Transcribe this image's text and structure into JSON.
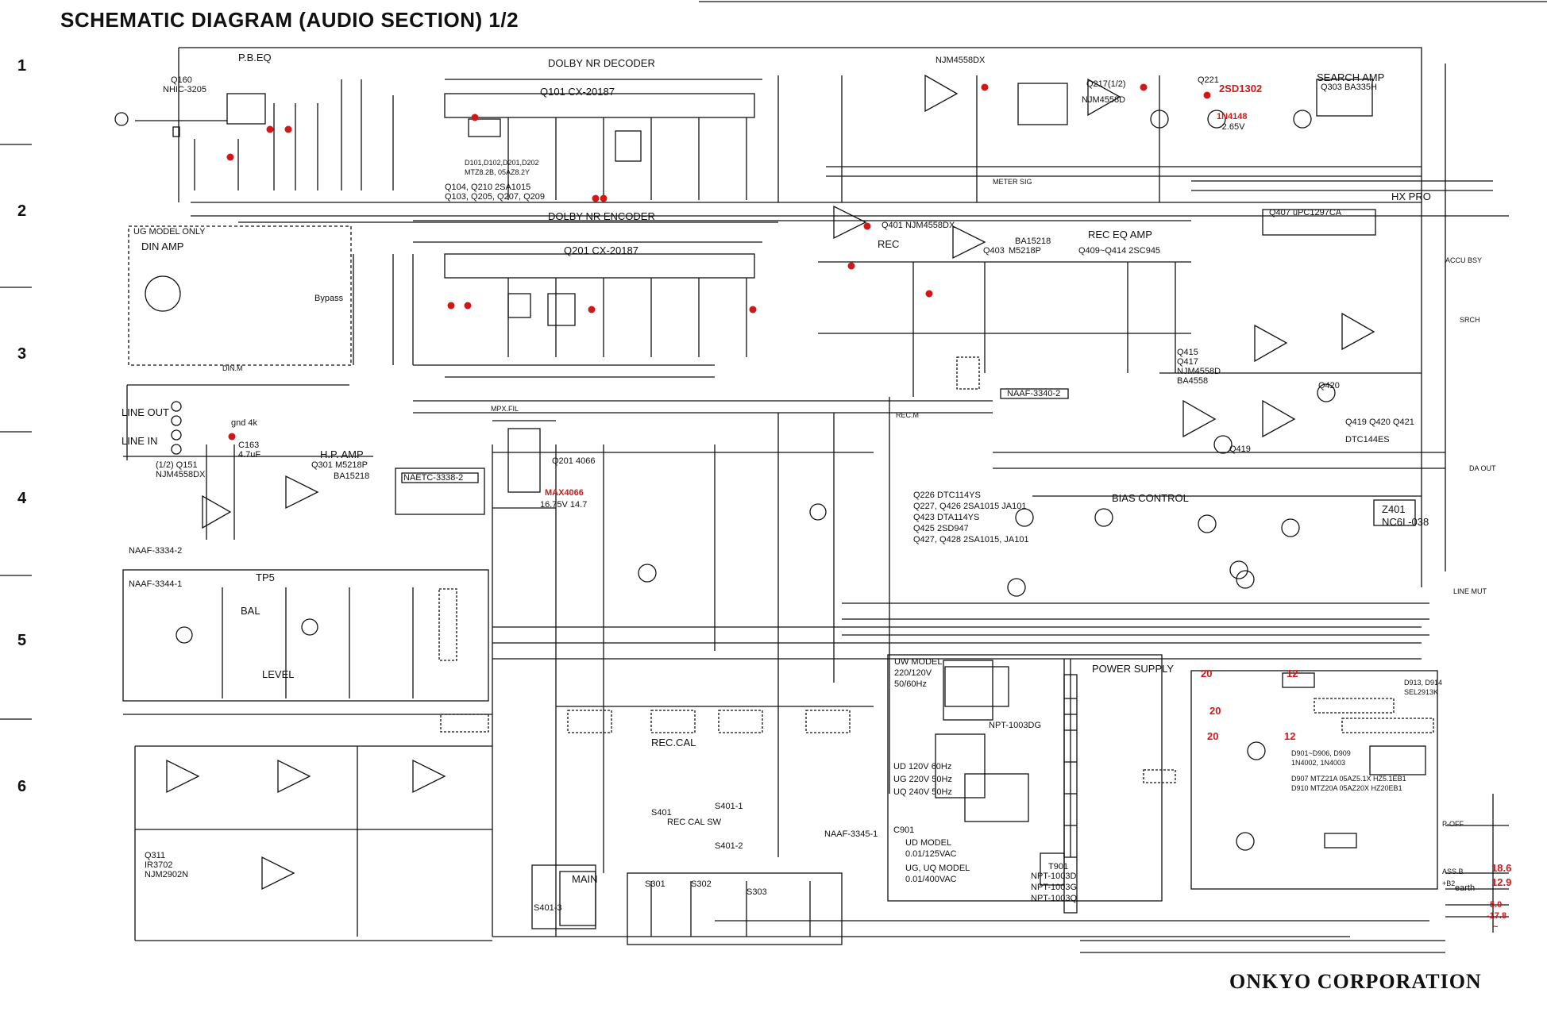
{
  "title": "SCHEMATIC DIAGRAM (AUDIO SECTION)  1/2",
  "corporation": "ONKYO CORPORATION",
  "row_marks": [
    "1",
    "2",
    "3",
    "4",
    "5",
    "6"
  ],
  "blocks": {
    "pb_eq": "P.B.EQ",
    "dolby_decoder": "DOLBY NR DECODER",
    "dolby_encoder": "DOLBY NR ENCODER",
    "search_amp": "SEARCH AMP",
    "hx_pro": "HX PRO",
    "rec_eq_amp": "REC EQ AMP",
    "bias_control": "BIAS CONTROL",
    "power_supply": "POWER SUPPLY",
    "hp_amp": "H.P. AMP",
    "din_amp": "DIN AMP",
    "ug_model_only": "UG MODEL ONLY",
    "rec": "REC",
    "rec_cal": "REC.CAL",
    "level": "LEVEL",
    "bal": "BAL",
    "main": "MAIN",
    "tp5": "TP5",
    "bypass": "Bypass"
  },
  "parts": {
    "q160": "Q160",
    "nhic": "NHIC-3205",
    "q101": "Q101  CX-20187",
    "q201": "Q201  CX-20187",
    "q103": "Q103, Q205, Q207, Q209",
    "q104": "Q104, Q210  2SA1015",
    "d101": "D101,D102,D201,D202",
    "mt28": "MTZ8.2B, 05AZ8.2Y",
    "njm_top": "NJM4558DX",
    "q217": "Q217(1/2)",
    "njm4558d": "NJM4558D",
    "q221": "Q221",
    "b2sd": "2SD1302",
    "in4148": "1N4148",
    "v265": "-2.65V",
    "q303": "Q303 BA335H",
    "q401": "Q401 NJM4558DX",
    "ba15218": "BA15218",
    "m5218p": "M5218P",
    "q403": "Q403",
    "q409": "Q409~Q414  2SC945",
    "q407": "Q407  uPC1297CA",
    "q415": "Q415",
    "q417": "Q417",
    "njm4558d_b": "NJM4558D",
    "ba4558": "BA4558",
    "q419": "Q419",
    "q420": "Q420",
    "q421": "Q419 Q420 Q421",
    "dtc144es": "DTC144ES",
    "naaf3340": "NAAF-3340-2",
    "naaf3338": "NAETC-3338-2",
    "naaf3334": "NAAF-3334-2",
    "naaf3344": "NAAF-3344-1",
    "naaf3345": "NAAF-3345-1",
    "q201_4066": "Q201 4066",
    "max4066": "MAX4066",
    "v1675": "16.75V 14.7",
    "q301": "Q301 M5218P",
    "ba15218b": "BA15218",
    "q151": "(1/2) Q151",
    "njm4558dx_b": "NJM4558DX",
    "c163": "C163",
    "c163v": "4.7uF",
    "gnd4k": "gnd 4k",
    "line_out": "LINE OUT",
    "line_in": "LINE IN",
    "q226": "Q226  DTC114YS",
    "q227": "Q227, Q426  2SA1015  JA101",
    "q423": "Q423  DTA114YS",
    "q425": "Q425  2SD947",
    "q427": "Q427, Q428  2SA1015, JA101",
    "z401": "Z401",
    "nc6": "NC6I -038",
    "q311": "Q311",
    "ir3702": "IR3702",
    "njm2902n": "NJM2902N",
    "s401": "S401",
    "rec_cal_sw": "REC CAL SW",
    "s401_1": "S401-1",
    "s401_2": "S401-2",
    "s401_3": "S401-3",
    "s301": "S301",
    "s302": "S302",
    "s303": "S303",
    "uw_model": "UW MODEL",
    "uw_v": "220/120V",
    "uw_hz": "50/60Hz",
    "npt1003dg": "NPT-1003DG",
    "ud": "UD  120V  60Hz",
    "ug": "UG  220V  50Hz",
    "uq": "UQ  240V  50Hz",
    "c901": "C901",
    "ud_model": "UD MODEL",
    "c901a": "0.01/125VAC",
    "ug_uq_model": "UG, UQ MODEL",
    "c901b": "0.01/400VAC",
    "npt1003d": "NPT-1003D",
    "npt1003g": "NPT-1003G",
    "npt1003q": "NPT-1003Q",
    "t901": "T901",
    "d901": "D901~D906, D909",
    "in4002": "1N4002, 1N4003",
    "d907": "D907  MTZ21A  05AZ5.1X  HZ5.1EB1",
    "d910": "D910  MTZ20A  05AZ20X  HZ20EB1",
    "d913": "D913, D914",
    "sel2913": "SEL2913K",
    "p_off": "P-OFF",
    "acc_bsy": "ACCU BSY",
    "srch": "SRCH",
    "meter_sig": "METER SIG",
    "din_m": "DIN.M",
    "mpx_fil": "MPX.FIL",
    "da_out": "DA OUT",
    "line_mut": "LINE MUT",
    "rec_m": "REC.M",
    "earth": "earth",
    "ass_b": "ASS.B",
    "p_b": "+B2"
  },
  "voltages_red": {
    "v20a": "20",
    "v12a": "12",
    "v20b": "20",
    "v20c": "20",
    "v12b": "12",
    "v186": "18.6",
    "v129": "12.9",
    "v50": "5.0",
    "v178": "-17.8",
    "tilde": "~"
  },
  "colors": {
    "ink": "#111111",
    "red_mark": "#d01818"
  }
}
